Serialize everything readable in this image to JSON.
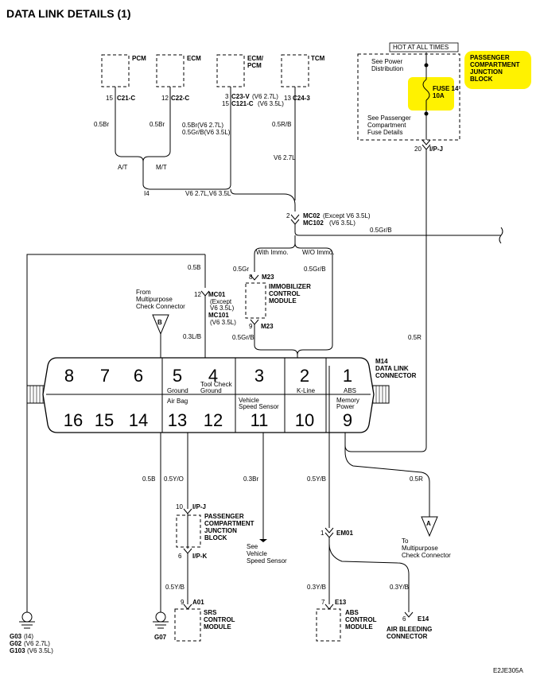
{
  "title": "DATA LINK DETAILS (1)",
  "footer_code": "E2JE305A",
  "highlight_color": "#fff200",
  "top_modules": {
    "pcm": {
      "name": "PCM",
      "pin": "15",
      "conn": "C21-C",
      "wire": "0.5Br"
    },
    "ecm": {
      "name": "ECM",
      "pin": "12",
      "conn": "C22-C",
      "wire": "0.5Br"
    },
    "ecm_pcm": {
      "name1": "ECM/",
      "name2": "PCM",
      "pin1": "3",
      "pin2": "15",
      "conn1": "C23-V",
      "conn1_note": "(V6 2.7L)",
      "conn2": "C121-C",
      "conn2_note": "(V6 3.5L)",
      "wire1": "0.5Br(V6 2.7L)",
      "wire2": "0.5Gr/B(V6 3.5L)"
    },
    "tcm": {
      "name": "TCM",
      "pin": "13",
      "conn": "C24-3",
      "wire": "0.5R/B"
    }
  },
  "junction_labels": {
    "at": "A/T",
    "mt": "M/T",
    "i4": "I4",
    "v6": "V6 2.7L,V6 3.5L",
    "v6_27": "V6 2.7L"
  },
  "mc02": {
    "pin": "2",
    "conn1": "MC02",
    "note1": "(Except V6 3.5L)",
    "conn2": "MC102",
    "note2": "(V6 3.5L)",
    "wire": "0.5Gr/B"
  },
  "immo": {
    "with": "With Immo.",
    "without": "W/O Immo.",
    "wire_in": "0.5Gr",
    "wire_wo": "0.5Gr/B",
    "pin_in": "8",
    "conn": "M23",
    "module1": "IMMOBILIZER",
    "module2": "CONTROL",
    "module3": "MODULE",
    "pin_out": "9",
    "conn_out": "M23",
    "wire_out": "0.5Gr/B"
  },
  "mc01": {
    "wire": "0.5B",
    "pin": "12",
    "conn1": "MC01",
    "note1a": "(Except",
    "note1b": "V6 3.5L)",
    "conn2": "MC101",
    "note2": "(V6 3.5L)",
    "wire_out": "0.3L/B"
  },
  "from_check": {
    "line1": "From",
    "line2": "Multipurpose",
    "line3": "Check Connector",
    "letter": "B"
  },
  "hot_box": {
    "title": "HOT AT ALL TIMES",
    "see_power1": "See Power",
    "see_power2": "Distribution",
    "fuse1": "FUSE 14",
    "fuse2": "10A",
    "see_pass1": "See Passenger",
    "see_pass2": "Compartment",
    "see_pass3": "Fuse Details",
    "pin": "20",
    "conn": "I/P-J",
    "block1": "PASSENGER",
    "block2": "COMPARTMENT",
    "block3": "JUNCTION",
    "block4": "BLOCK",
    "wire_5r_top": "0.5R"
  },
  "connector": {
    "name1": "M14",
    "name2": "DATA LINK",
    "name3": "CONNECTOR",
    "top_pins": [
      "8",
      "7",
      "6",
      "5",
      "4",
      "3",
      "2",
      "1"
    ],
    "bottom_pins": [
      "16",
      "15",
      "14",
      "13",
      "12",
      "11",
      "10",
      "9"
    ],
    "lbl_ground": "Ground",
    "lbl_tool1": "Tool Check",
    "lbl_tool2": "Ground",
    "lbl_kline": "K-Line",
    "lbl_abs": "ABS",
    "lbl_airbag": "Air Bag",
    "lbl_vss1": "Vehicle",
    "lbl_vss2": "Speed Sensor",
    "lbl_mem1": "Memory",
    "lbl_mem2": "Power"
  },
  "lower": {
    "w05b": "0.5B",
    "w05yo": "0.5Y/O",
    "w03br": "0.3Br",
    "w05yb": "0.5Y/B",
    "w05r": "0.5R",
    "ipj_pin": "10",
    "ipj": "I/P-J",
    "pcjb1": "PASSENGER",
    "pcjb2": "COMPARTMENT",
    "pcjb3": "JUNCTION",
    "pcjb4": "BLOCK",
    "ipk_pin": "6",
    "ipk": "I/P-K",
    "w05yb2": "0.5Y/B",
    "srs_pin": "9",
    "srs_conn": "A01",
    "srs1": "SRS",
    "srs2": "CONTROL",
    "srs3": "MODULE",
    "see_vss1": "See",
    "see_vss2": "Vehicle",
    "see_vss3": "Speed Sensor",
    "em01_pin": "1",
    "em01": "EM01",
    "w03yb_a": "0.3Y/B",
    "w03yb_b": "0.3Y/B",
    "abs_pin": "7",
    "abs_conn": "E13",
    "abs1": "ABS",
    "abs2": "CONTROL",
    "abs3": "MODULE",
    "air_pin": "6",
    "air_conn": "E14",
    "air1": "AIR BLEEDING",
    "air2": "CONNECTOR",
    "to_check1": "To",
    "to_check2": "Multipurpose",
    "to_check3": "Check Connector",
    "to_letter": "A",
    "g1a": "G03",
    "g1a_note": "(I4)",
    "g1b": "G02",
    "g1b_note": "(V6 2.7L)",
    "g1c": "G103",
    "g1c_note": "(V6 3.5L)",
    "g2": "G07"
  }
}
